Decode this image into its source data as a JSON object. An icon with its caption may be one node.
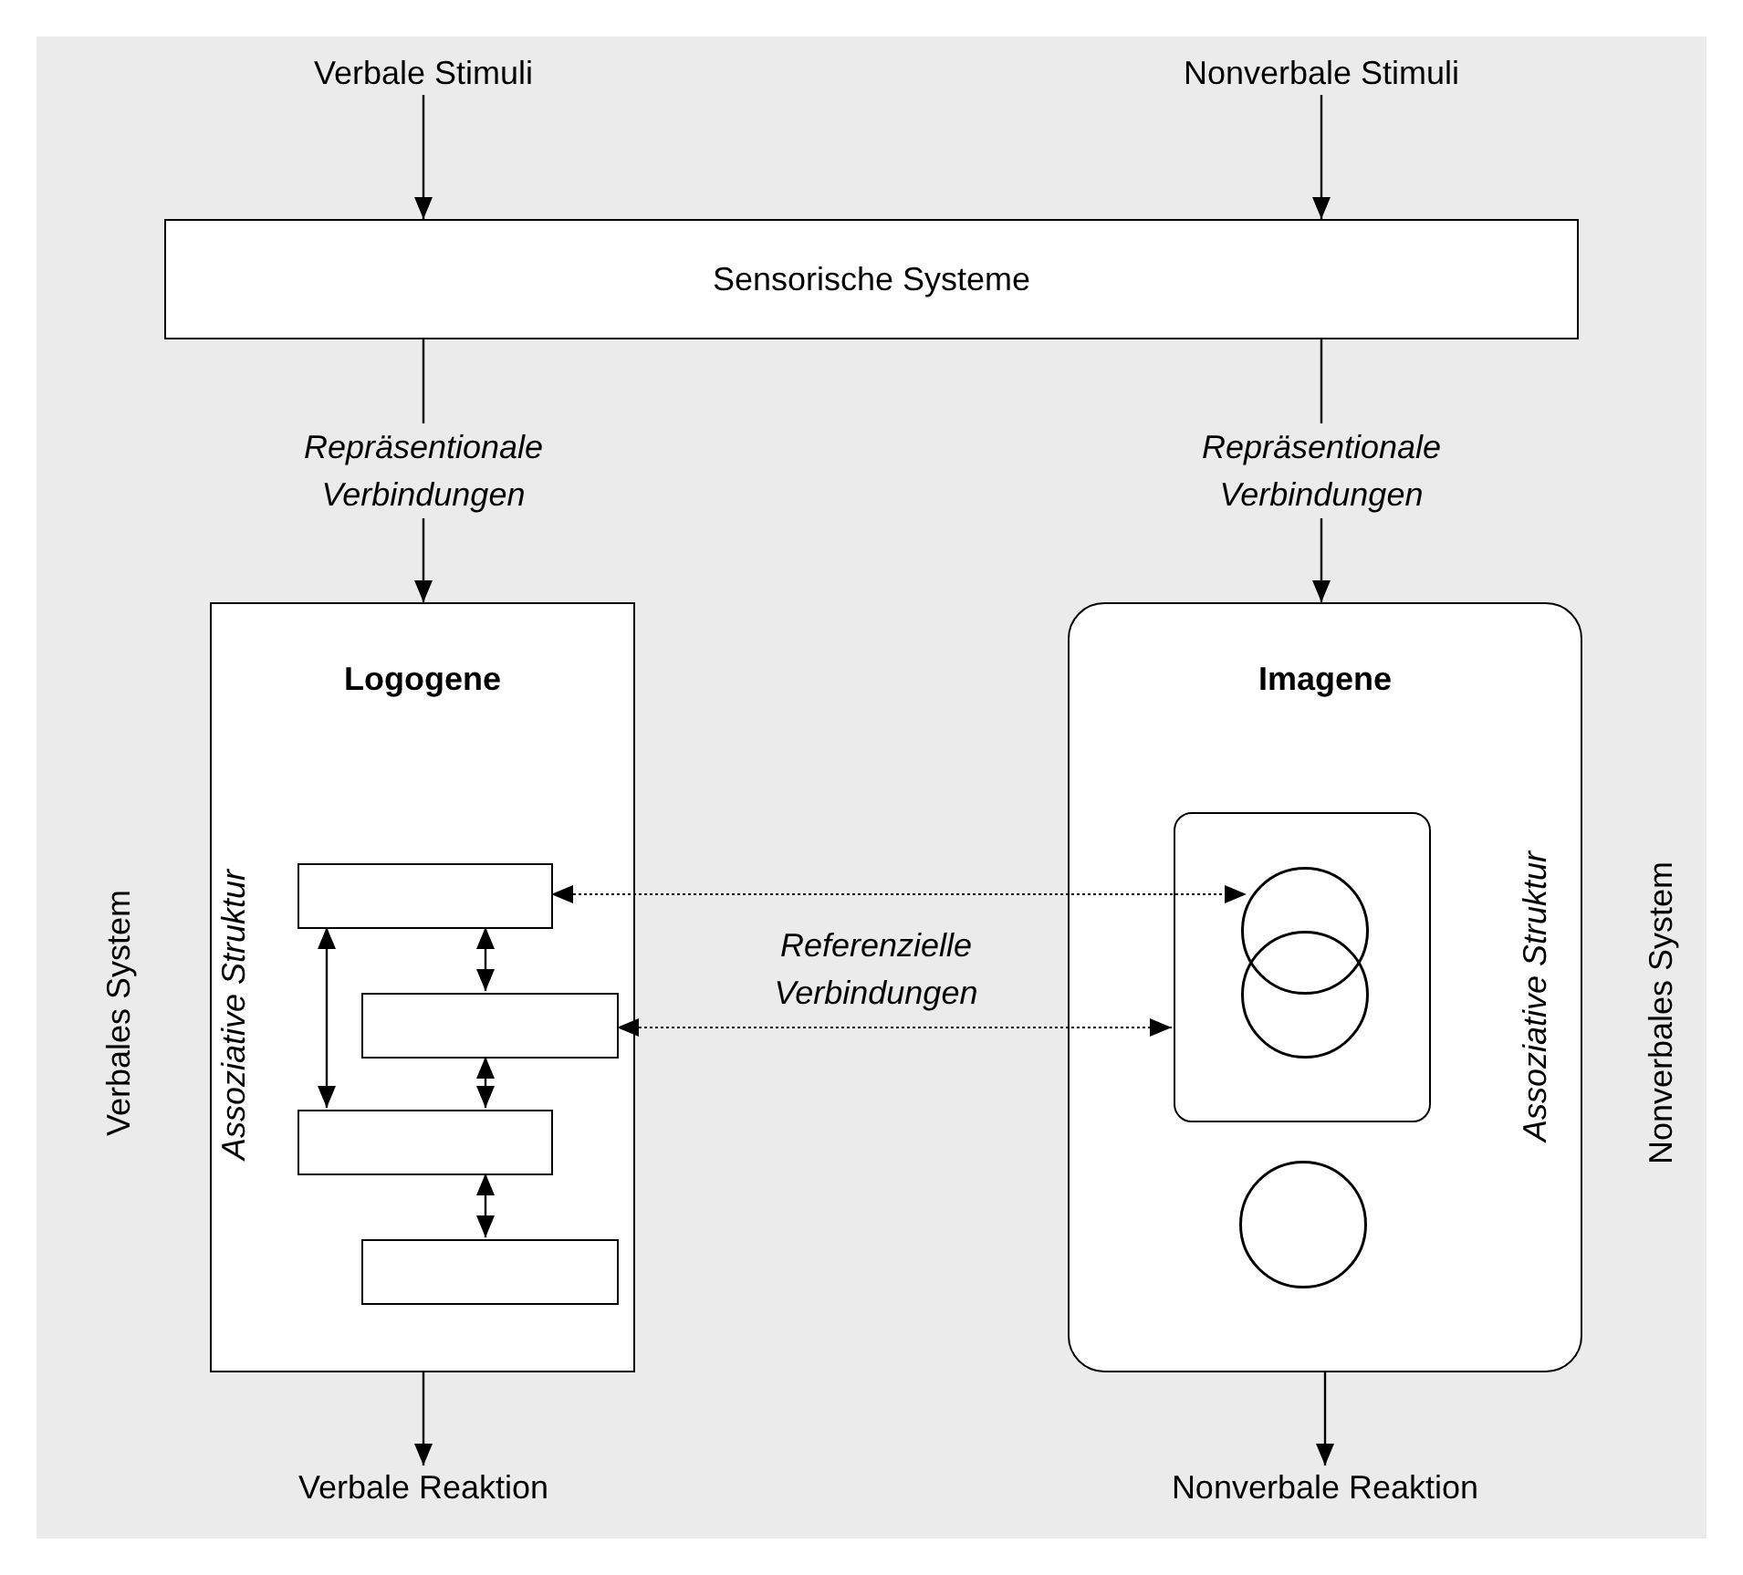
{
  "diagram": {
    "nodes": [
      {
        "text": [
          "Verbale Stimuli"
        ]
      },
      {
        "text": [
          "Nonverbale Stimuli"
        ]
      },
      {
        "text": [
          "Sensorische Systeme"
        ]
      },
      {
        "text": [
          "Logogene",
          "Assoziative Struktur"
        ],
        "beside": [
          "Verbales System"
        ]
      },
      {
        "text": [],
        "shape": "box",
        "in": 3
      },
      {
        "text": [],
        "shape": "box",
        "in": 3
      },
      {
        "text": [],
        "shape": "box",
        "in": 3
      },
      {
        "text": [],
        "shape": "box",
        "in": 3
      },
      {
        "text": [
          "Imagene",
          "Assoziative Struktur"
        ],
        "beside": [
          "Nonverbales System"
        ]
      },
      {
        "text": [],
        "shape": "box",
        "in": 8
      },
      {
        "text": [],
        "shape": "circle",
        "in": 9
      },
      {
        "text": [],
        "shape": "circle",
        "in": 9
      },
      {
        "text": [],
        "shape": "circle",
        "in": 8
      },
      {
        "text": [
          "Verbale Reaktion"
        ]
      },
      {
        "text": [
          "Nonverbale Reaktion"
        ]
      }
    ],
    "edges": [
      {
        "from": 0,
        "to": 2,
        "arrow": "to"
      },
      {
        "from": 1,
        "to": 2,
        "arrow": "to"
      },
      {
        "from": 2,
        "to": 3,
        "arrow": "to",
        "label": "Repräsentionale Verbindungen"
      },
      {
        "from": 2,
        "to": 8,
        "arrow": "to",
        "label": "Repräsentionale Verbindungen"
      },
      {
        "from": 4,
        "to": 5,
        "arrow": "both"
      },
      {
        "from": 5,
        "to": 6,
        "arrow": "both"
      },
      {
        "from": 6,
        "to": 7,
        "arrow": "both"
      },
      {
        "from": 4,
        "to": 6,
        "arrow": "both"
      },
      {
        "from": 4,
        "to": 10,
        "arrow": "both",
        "style": "dashed"
      },
      {
        "from": 5,
        "to": 9,
        "arrow": "both",
        "style": "dashed"
      },
      {
        "from": 3,
        "to": 13,
        "arrow": "to"
      },
      {
        "from": 8,
        "to": 14,
        "arrow": "to"
      }
    ],
    "labels": [
      "Referenzielle Verbindungen"
    ]
  }
}
